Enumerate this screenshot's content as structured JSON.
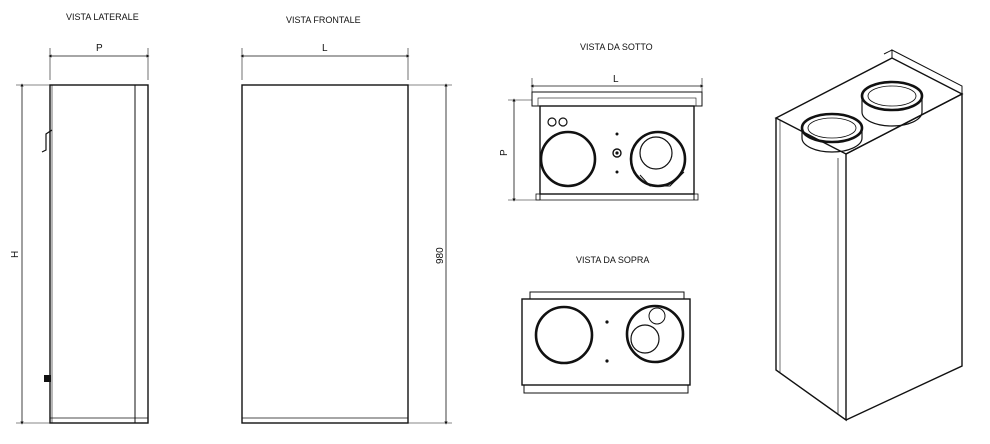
{
  "views": {
    "lateral": {
      "title": "VISTA LATERALE",
      "width_label": "P",
      "height_label": "H"
    },
    "front": {
      "title": "VISTA FRONTALE",
      "width_label": "L",
      "height_value": "980"
    },
    "bottom": {
      "title": "VISTA DA SOTTO",
      "width_label": "L",
      "depth_label": "P"
    },
    "top": {
      "title": "VISTA DA SOPRA"
    }
  },
  "colors": {
    "line": "#111111",
    "background": "#ffffff"
  }
}
